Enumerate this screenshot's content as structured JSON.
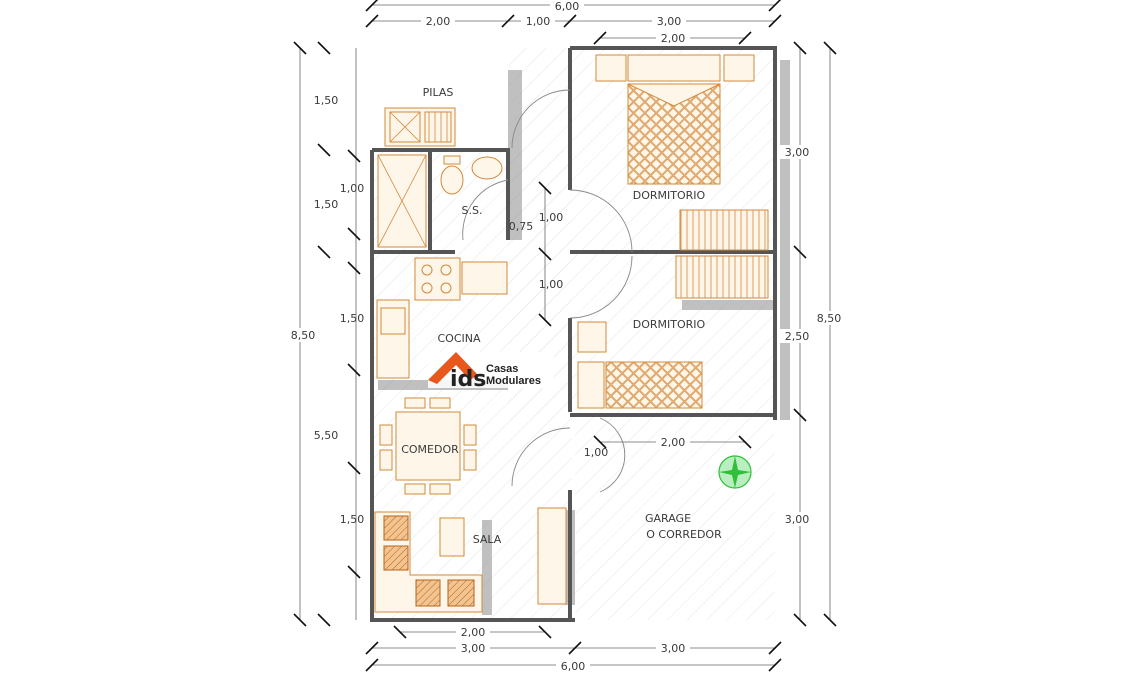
{
  "rooms": {
    "pilas": "PILAS",
    "ss": "S.S.",
    "dorm1": "DORMITORIO",
    "dorm2": "DORMITORIO",
    "cocina": "COCINA",
    "comedor": "COMEDOR",
    "sala": "SALA",
    "garage1": "GARAGE",
    "garage2": "O CORREDOR"
  },
  "logo": {
    "mark": "ids",
    "line1": "Casas",
    "line2": "Modulares",
    "accent": "#e8581c"
  },
  "dims": {
    "top_total": "6,00",
    "top_left": "2,00",
    "top_mid": "1,00",
    "top_right": "3,00",
    "top_bed": "2,00",
    "left_1": "1,50",
    "left_2": "1,00",
    "left_3": "1,50",
    "left_total": "8,50",
    "left_4": "1,50",
    "left_5": "5,50",
    "left_6": "1,50",
    "right_1": "3,00",
    "right_total": "8,50",
    "right_2": "2,50",
    "right_3": "3,00",
    "door_1": "1,00",
    "door_2": "0,75",
    "door_3": "1,00",
    "door_4": "1,00",
    "mid_2": "2,00",
    "bot_inner": "2,00",
    "bot_left": "3,00",
    "bot_right": "3,00",
    "bot_total": "6,00"
  },
  "colors": {
    "furniture": "#d2893a",
    "wall": "#555555",
    "accent": "#e8581c",
    "plant": "#2fbf3a"
  }
}
